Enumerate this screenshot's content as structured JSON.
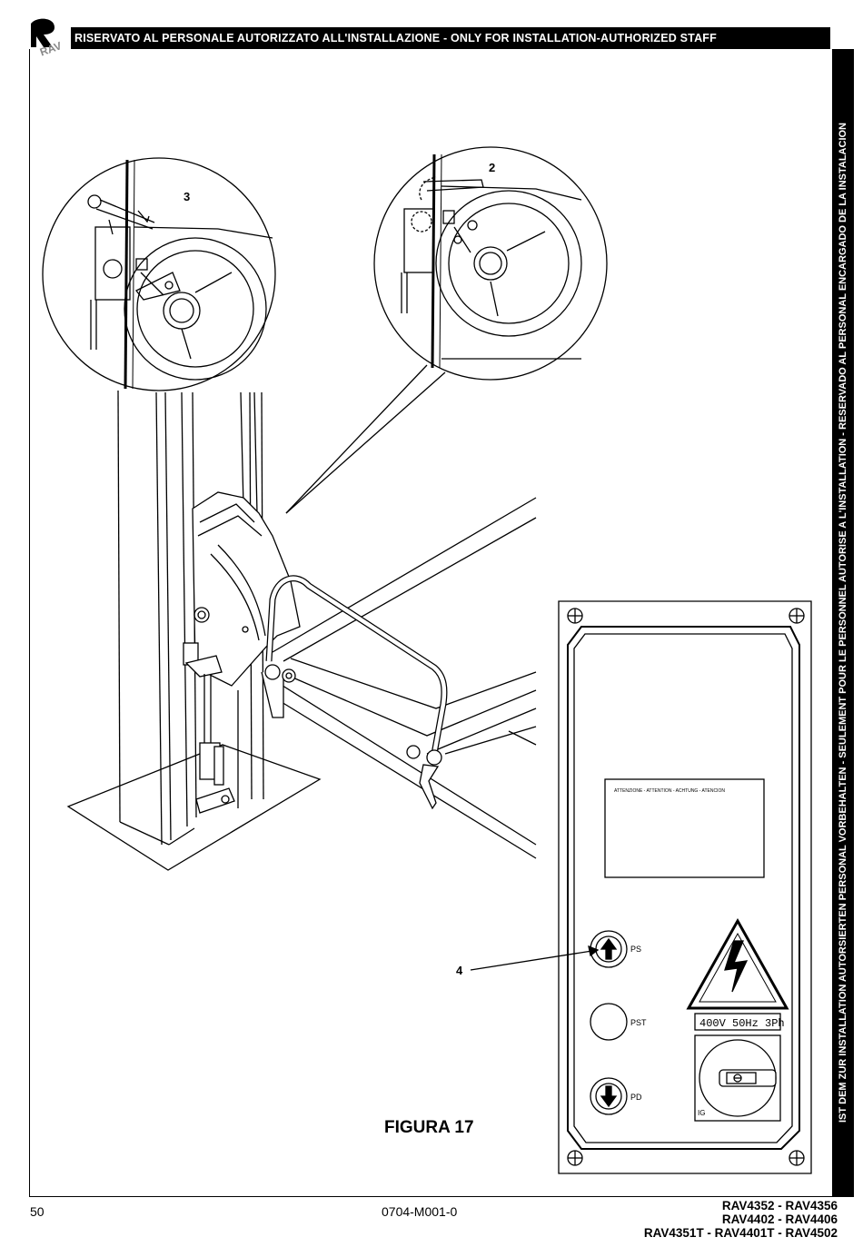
{
  "header": {
    "banner_text": "RISERVATO AL PERSONALE AUTORIZZATO ALL'INSTALLAZIONE - ONLY FOR INSTALLATION-AUTHORIZED STAFF",
    "logo_text": "RAV"
  },
  "side_banner": {
    "text": "IST DEM ZUR INSTALLATION AUTORSIERTEN PERSONAL VORBEHALTEN - SEULEMENT POUR LE PERSONNEL AUTORISE A L'INSTALLATION - RESERVADO AL PERSONAL ENCARGADO DE LA INSTALACION"
  },
  "figure": {
    "label": "FIGURA 17",
    "callouts": [
      "3",
      "2",
      "4"
    ]
  },
  "control_panel": {
    "warning_text": "ATTENZIONE - ATTENTION - ACHTUNG - ATENCION",
    "buttons": [
      {
        "label": "PS"
      },
      {
        "label": "PST"
      },
      {
        "label": "PD"
      }
    ],
    "voltage_label": "400V 50Hz 3Ph",
    "switch_label": "IG"
  },
  "footer": {
    "page_number": "50",
    "doc_code": "0704-M001-0",
    "models": [
      "RAV4352 - RAV4356",
      "RAV4402 - RAV4406",
      "RAV4351T - RAV4401T - RAV4502"
    ]
  }
}
